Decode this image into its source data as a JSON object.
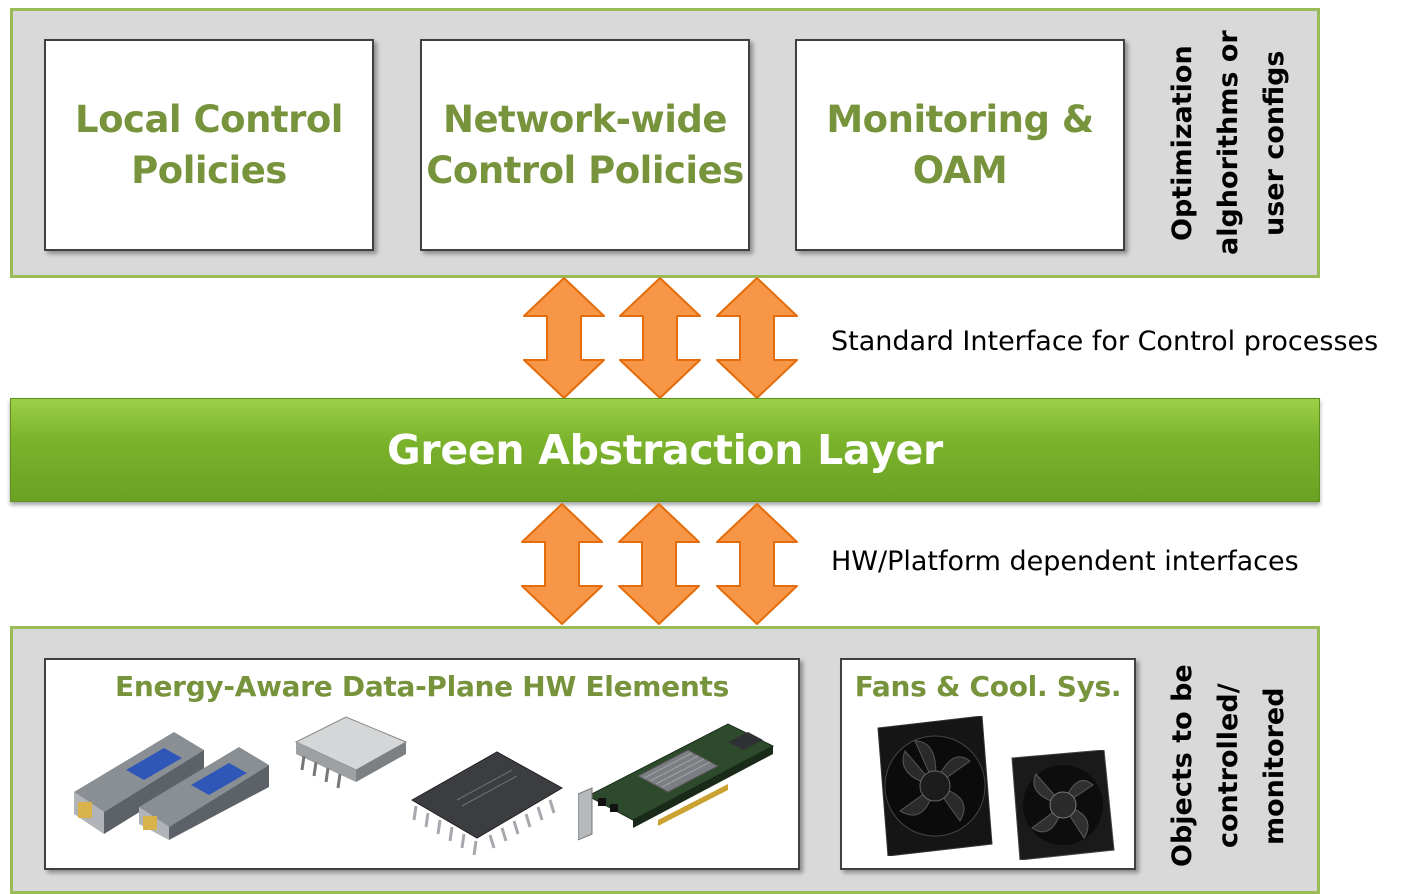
{
  "top": {
    "boxes": [
      {
        "label_line1": "Local Control",
        "label_line2": "Policies"
      },
      {
        "label_line1": "Network-wide",
        "label_line2": "Control Policies"
      },
      {
        "label_line1": "Monitoring &",
        "label_line2": "OAM"
      }
    ],
    "side_label": [
      "Optimization",
      "alghorithms or",
      "user configs"
    ]
  },
  "upper_interface_label": "Standard Interface for Control processes",
  "layer_title": "Green Abstraction Layer",
  "lower_interface_label": "HW/Platform dependent interfaces",
  "bottom": {
    "hw_title": "Energy-Aware Data-Plane HW Elements",
    "fans_title": "Fans & Cool. Sys.",
    "side_label": [
      "Objects to be",
      "controlled/",
      "monitored"
    ]
  },
  "colors": {
    "panel_border": "#9bbb59",
    "text_green": "#77933c",
    "arrow_fill": "#f79646",
    "arrow_stroke": "#e46c0a",
    "layer_green": "#7cb32c"
  }
}
